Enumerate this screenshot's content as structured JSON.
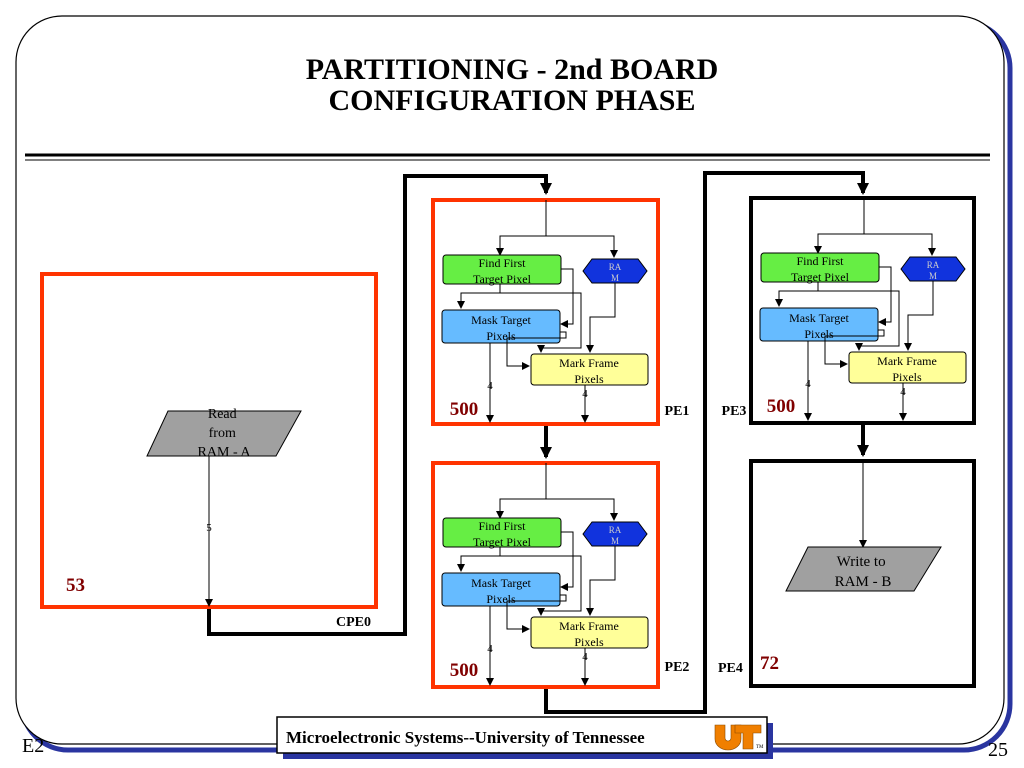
{
  "title": {
    "line1": "PARTITIONING - 2nd BOARD",
    "line2": "CONFIGURATION PHASE"
  },
  "footer": {
    "text": "Microelectronic Systems--University of Tennessee",
    "logo_text": "UT",
    "slide_id": "E2",
    "page_number": "25"
  },
  "cpe0": {
    "label": "CPE0",
    "count": "53",
    "read_block": [
      "Read",
      "from",
      "RAM - A"
    ],
    "bus_width": "5"
  },
  "pe_common": {
    "find_first": [
      "Find First",
      "Target Pixel"
    ],
    "ram": [
      "RA",
      "M"
    ],
    "mask": [
      "Mask Target",
      "Pixels"
    ],
    "mark": [
      "Mark Frame",
      "Pixels"
    ],
    "bus_left": "4",
    "bus_right": "4"
  },
  "pe1": {
    "label": "PE1",
    "count": "500"
  },
  "pe2": {
    "label": "PE2",
    "count": "500"
  },
  "pe3": {
    "label": "PE3",
    "count": "500"
  },
  "pe4": {
    "label": "PE4",
    "count": "72",
    "write_block": [
      "Write to",
      "RAM - B"
    ]
  },
  "colors": {
    "partition_border": "#ff3300",
    "plain_border": "#000000",
    "count_text": "#800000",
    "find_fill": "#66ee44",
    "ram_fill": "#1133dd",
    "mask_fill": "#66bbff",
    "mark_fill": "#ffff99",
    "io_fill": "#a0a0a0",
    "frame_shadow": "#2a35a0",
    "logo_orange": "#f07f00"
  }
}
